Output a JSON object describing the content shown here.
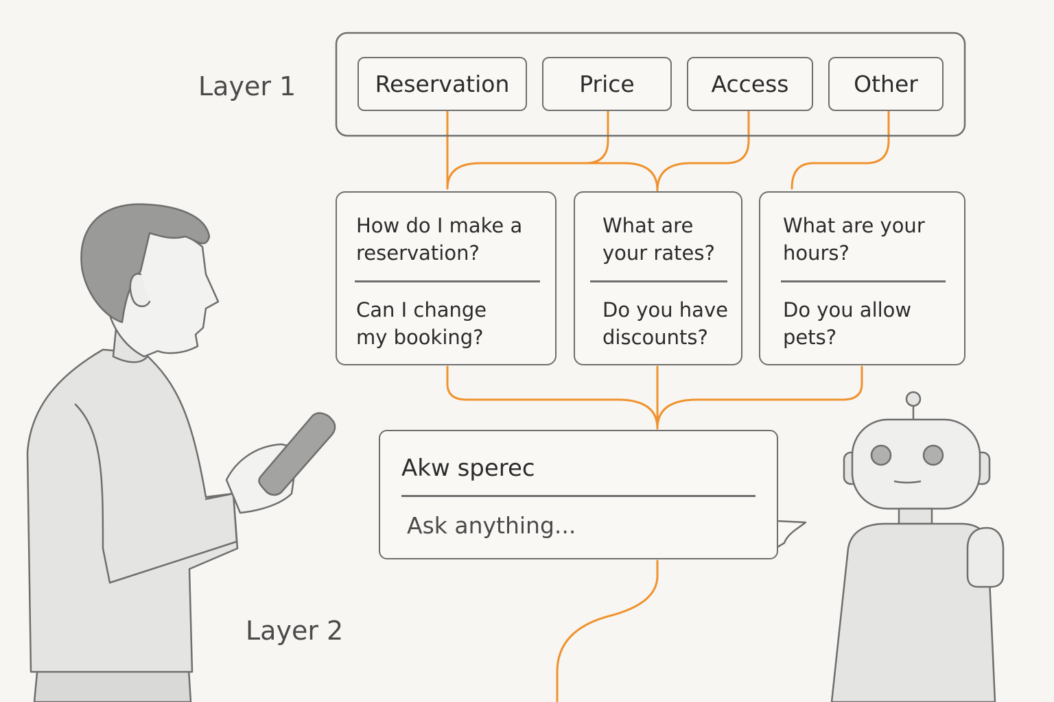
{
  "layers": {
    "layer1": "Layer 1",
    "layer2": "Layer 2"
  },
  "categories": [
    "Reservation",
    "Price",
    "Access",
    "Other"
  ],
  "question_cards": [
    {
      "top": "How do I make a\nreservation?",
      "bottom": "Can I change\nmy booking?"
    },
    {
      "top": "What are\nyour rates?",
      "bottom": "Do you have\ndiscounts?"
    },
    {
      "top": "What are your\nhours?",
      "bottom": "Do you allow\npets?"
    }
  ],
  "chat": {
    "title": "Akw sperec",
    "placeholder": "Ask anything..."
  },
  "colors": {
    "connector": "#f0922e",
    "outline": "#6e6e6e",
    "figure_fill": "#e4e4e2",
    "background": "#f7f6f2"
  }
}
